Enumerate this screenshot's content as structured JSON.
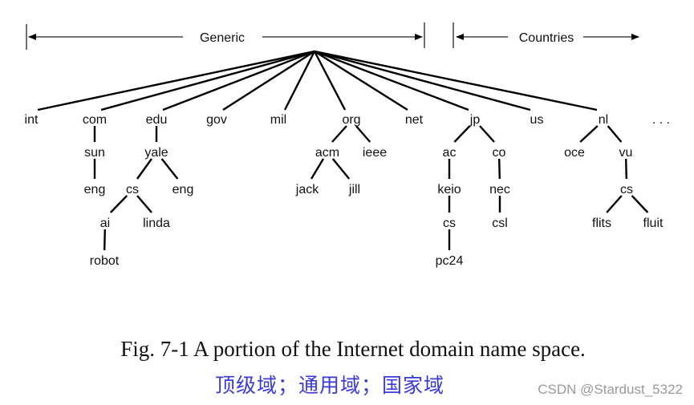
{
  "header": {
    "generic_label": "Generic",
    "countries_label": "Countries"
  },
  "tree": {
    "nodes": [
      {
        "id": "int",
        "label": "int",
        "parent": "root"
      },
      {
        "id": "com",
        "label": "com",
        "parent": "root"
      },
      {
        "id": "edu",
        "label": "edu",
        "parent": "root"
      },
      {
        "id": "gov",
        "label": "gov",
        "parent": "root"
      },
      {
        "id": "mil",
        "label": "mil",
        "parent": "root"
      },
      {
        "id": "org",
        "label": "org",
        "parent": "root"
      },
      {
        "id": "net",
        "label": "net",
        "parent": "root"
      },
      {
        "id": "jp",
        "label": "jp",
        "parent": "root"
      },
      {
        "id": "us",
        "label": "us",
        "parent": "root"
      },
      {
        "id": "nl",
        "label": "nl",
        "parent": "root"
      },
      {
        "id": "more",
        "label": ". . .",
        "parent": null
      },
      {
        "id": "sun",
        "label": "sun",
        "parent": "com"
      },
      {
        "id": "sun_eng",
        "label": "eng",
        "parent": "sun"
      },
      {
        "id": "yale",
        "label": "yale",
        "parent": "edu"
      },
      {
        "id": "yale_cs",
        "label": "cs",
        "parent": "yale"
      },
      {
        "id": "yale_eng",
        "label": "eng",
        "parent": "yale"
      },
      {
        "id": "ai",
        "label": "ai",
        "parent": "yale_cs"
      },
      {
        "id": "linda",
        "label": "linda",
        "parent": "yale_cs"
      },
      {
        "id": "robot",
        "label": "robot",
        "parent": "ai"
      },
      {
        "id": "acm",
        "label": "acm",
        "parent": "org"
      },
      {
        "id": "ieee",
        "label": "ieee",
        "parent": "org"
      },
      {
        "id": "jack",
        "label": "jack",
        "parent": "acm"
      },
      {
        "id": "jill",
        "label": "jill",
        "parent": "acm"
      },
      {
        "id": "ac",
        "label": "ac",
        "parent": "jp"
      },
      {
        "id": "co",
        "label": "co",
        "parent": "jp"
      },
      {
        "id": "keio",
        "label": "keio",
        "parent": "ac"
      },
      {
        "id": "keio_cs",
        "label": "cs",
        "parent": "keio"
      },
      {
        "id": "pc24",
        "label": "pc24",
        "parent": "keio_cs"
      },
      {
        "id": "nec",
        "label": "nec",
        "parent": "co"
      },
      {
        "id": "csl",
        "label": "csl",
        "parent": "nec"
      },
      {
        "id": "oce",
        "label": "oce",
        "parent": "nl"
      },
      {
        "id": "vu",
        "label": "vu",
        "parent": "nl"
      },
      {
        "id": "vu_cs",
        "label": "cs",
        "parent": "vu"
      },
      {
        "id": "flits",
        "label": "flits",
        "parent": "vu_cs"
      },
      {
        "id": "fluit",
        "label": "fluit",
        "parent": "vu_cs"
      }
    ]
  },
  "caption": "Fig. 7-1 A portion of the Internet domain name space.",
  "caption_cn": "顶级域；通用域；国家域",
  "watermark": "CSDN @Stardust_5322",
  "colors": {
    "caption_cn": "#3a3ad6",
    "watermark": "#999999"
  }
}
